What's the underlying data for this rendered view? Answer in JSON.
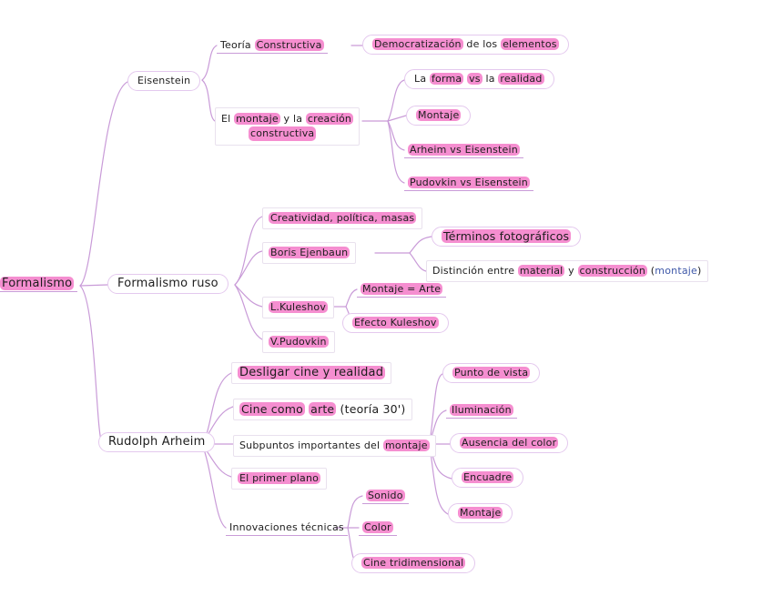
{
  "root": {
    "label": "Formalismo"
  },
  "branches": {
    "eisenstein": {
      "label": "Eisenstein",
      "teoria": {
        "p1": "Teoría",
        "p2": "Constructiva"
      },
      "democratizacion": {
        "p1": "Democratización",
        "p2": "de los",
        "p3": "elementos"
      },
      "montaje": {
        "p1": "El",
        "p2": "montaje",
        "p3": "y la",
        "p4": "creación",
        "p5": "constructiva"
      },
      "forma": {
        "p1": "La",
        "p2": "forma",
        "p3": "vs",
        "p4": "la",
        "p5": "realidad"
      },
      "montaje_leaf": "Montaje",
      "arheim": "Arheim vs Eisenstein",
      "pudovkin": "Pudovkin vs Eisenstein"
    },
    "ruso": {
      "label": "Formalismo ruso",
      "creatividad": "Creatividad, política, masas",
      "boris": "Boris Ejenbaun",
      "terminos": "Términos fotográficos",
      "distincion": {
        "p1": "Distinción entre",
        "p2": "material",
        "p3": "y",
        "p4": "construcción",
        "p5": "(",
        "p6": "montaje",
        "p7": ")"
      },
      "kuleshov": "L.Kuleshov",
      "montaje_arte": "Montaje = Arte",
      "efecto": "Efecto Kuleshov",
      "vpudovkin": "V.Pudovkin"
    },
    "arheim": {
      "label": "Rudolph Arheim",
      "desligar": "Desligar cine y realidad",
      "cine_arte": {
        "p1": "Cine como",
        "p2": "arte",
        "p3": "(teoría 30')"
      },
      "subpuntos": {
        "p1": "Subpuntos importantes del",
        "p2": "montaje"
      },
      "primer_plano": "El primer plano",
      "innovaciones": "Innovaciones técnicas",
      "punto": "Punto de vista",
      "iluminacion": "Iluminación",
      "ausencia": "Ausencia del color",
      "encuadre": "Encuadre",
      "montaje": "Montaje",
      "sonido": "Sonido",
      "color": "Color",
      "tridimensional": "Cine tridimensional"
    }
  },
  "colors": {
    "line": "#c99bd8",
    "highlight": "#f58ed0",
    "link_text": "#3d57a8"
  }
}
